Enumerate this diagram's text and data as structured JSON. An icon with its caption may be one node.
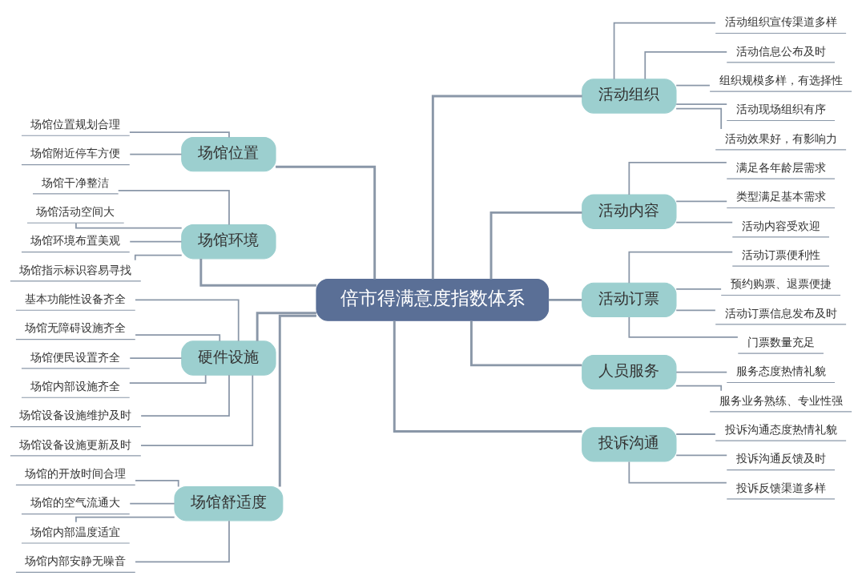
{
  "diagram": {
    "nodes": [
      {
        "text": [
          "倍市得满意度指数体系"
        ]
      },
      {
        "text": [
          "场馆位置"
        ]
      },
      {
        "text": [
          "场馆位置规划合理"
        ]
      },
      {
        "text": [
          "场馆附近停车方便"
        ]
      },
      {
        "text": [
          "场馆环境"
        ]
      },
      {
        "text": [
          "场馆干净整洁"
        ]
      },
      {
        "text": [
          "场馆活动空间大"
        ]
      },
      {
        "text": [
          "场馆环境布置美观"
        ]
      },
      {
        "text": [
          "场馆指示标识容易寻找"
        ]
      },
      {
        "text": [
          "硬件设施"
        ]
      },
      {
        "text": [
          "基本功能性设备齐全"
        ]
      },
      {
        "text": [
          "场馆无障碍设施齐全"
        ]
      },
      {
        "text": [
          "场馆便民设置齐全"
        ]
      },
      {
        "text": [
          "场馆内部设施齐全"
        ]
      },
      {
        "text": [
          "场馆设备设施维护及时"
        ]
      },
      {
        "text": [
          "场馆设备设施更新及时"
        ]
      },
      {
        "text": [
          "场馆舒适度"
        ]
      },
      {
        "text": [
          "场馆的开放时间合理"
        ]
      },
      {
        "text": [
          "场馆的空气流通大"
        ]
      },
      {
        "text": [
          "场馆内部温度适宜"
        ]
      },
      {
        "text": [
          "场馆内部安静无噪音"
        ]
      },
      {
        "text": [
          "活动组织"
        ]
      },
      {
        "text": [
          "活动组织宣传渠道多样"
        ]
      },
      {
        "text": [
          "活动信息公布及时"
        ]
      },
      {
        "text": [
          "组织规模多样，有选择性"
        ]
      },
      {
        "text": [
          "活动现场组织有序"
        ]
      },
      {
        "text": [
          "活动效果好，有影响力"
        ]
      },
      {
        "text": [
          "活动内容"
        ]
      },
      {
        "text": [
          "满足各年龄层需求"
        ]
      },
      {
        "text": [
          "类型满足基本需求"
        ]
      },
      {
        "text": [
          "活动内容受欢迎"
        ]
      },
      {
        "text": [
          "活动订票"
        ]
      },
      {
        "text": [
          "活动订票便利性"
        ]
      },
      {
        "text": [
          "预约购票、退票便捷"
        ]
      },
      {
        "text": [
          "活动订票信息发布及时"
        ]
      },
      {
        "text": [
          "门票数量充足"
        ]
      },
      {
        "text": [
          "人员服务"
        ]
      },
      {
        "text": [
          "服务态度热情礼貌"
        ]
      },
      {
        "text": [
          "服务业务熟练、专业性强"
        ]
      },
      {
        "text": [
          "投诉沟通"
        ]
      },
      {
        "text": [
          "投诉沟通态度热情礼貌"
        ]
      },
      {
        "text": [
          "投诉沟通反馈及时"
        ]
      },
      {
        "text": [
          "投诉反馈渠道多样"
        ]
      }
    ],
    "edges": [
      {
        "from": 1,
        "to": 0,
        "arrow": "none"
      },
      {
        "from": 2,
        "to": 1,
        "arrow": "none"
      },
      {
        "from": 3,
        "to": 1,
        "arrow": "none"
      },
      {
        "from": 4,
        "to": 0,
        "arrow": "none"
      },
      {
        "from": 5,
        "to": 4,
        "arrow": "none"
      },
      {
        "from": 6,
        "to": 4,
        "arrow": "none"
      },
      {
        "from": 7,
        "to": 4,
        "arrow": "none"
      },
      {
        "from": 8,
        "to": 4,
        "arrow": "none"
      },
      {
        "from": 9,
        "to": 0,
        "arrow": "none"
      },
      {
        "from": 10,
        "to": 9,
        "arrow": "none"
      },
      {
        "from": 11,
        "to": 9,
        "arrow": "none"
      },
      {
        "from": 12,
        "to": 9,
        "arrow": "none"
      },
      {
        "from": 13,
        "to": 9,
        "arrow": "none"
      },
      {
        "from": 14,
        "to": 9,
        "arrow": "none"
      },
      {
        "from": 15,
        "to": 9,
        "arrow": "none"
      },
      {
        "from": 16,
        "to": 0,
        "arrow": "none"
      },
      {
        "from": 17,
        "to": 16,
        "arrow": "none"
      },
      {
        "from": 18,
        "to": 16,
        "arrow": "none"
      },
      {
        "from": 19,
        "to": 16,
        "arrow": "none"
      },
      {
        "from": 20,
        "to": 16,
        "arrow": "none"
      },
      {
        "from": 0,
        "to": 21,
        "arrow": "none"
      },
      {
        "from": 21,
        "to": 22,
        "arrow": "none"
      },
      {
        "from": 21,
        "to": 23,
        "arrow": "none"
      },
      {
        "from": 21,
        "to": 24,
        "arrow": "none"
      },
      {
        "from": 21,
        "to": 25,
        "arrow": "none"
      },
      {
        "from": 21,
        "to": 26,
        "arrow": "none"
      },
      {
        "from": 0,
        "to": 27,
        "arrow": "none"
      },
      {
        "from": 27,
        "to": 28,
        "arrow": "none"
      },
      {
        "from": 27,
        "to": 29,
        "arrow": "none"
      },
      {
        "from": 27,
        "to": 30,
        "arrow": "none"
      },
      {
        "from": 0,
        "to": 31,
        "arrow": "none"
      },
      {
        "from": 31,
        "to": 32,
        "arrow": "none"
      },
      {
        "from": 31,
        "to": 33,
        "arrow": "none"
      },
      {
        "from": 31,
        "to": 34,
        "arrow": "none"
      },
      {
        "from": 31,
        "to": 35,
        "arrow": "none"
      },
      {
        "from": 0,
        "to": 36,
        "arrow": "none"
      },
      {
        "from": 36,
        "to": 37,
        "arrow": "none"
      },
      {
        "from": 36,
        "to": 38,
        "arrow": "none"
      },
      {
        "from": 0,
        "to": 39,
        "arrow": "none"
      },
      {
        "from": 39,
        "to": 40,
        "arrow": "none"
      },
      {
        "from": 39,
        "to": 41,
        "arrow": "none"
      },
      {
        "from": 39,
        "to": 42,
        "arrow": "none"
      }
    ]
  }
}
